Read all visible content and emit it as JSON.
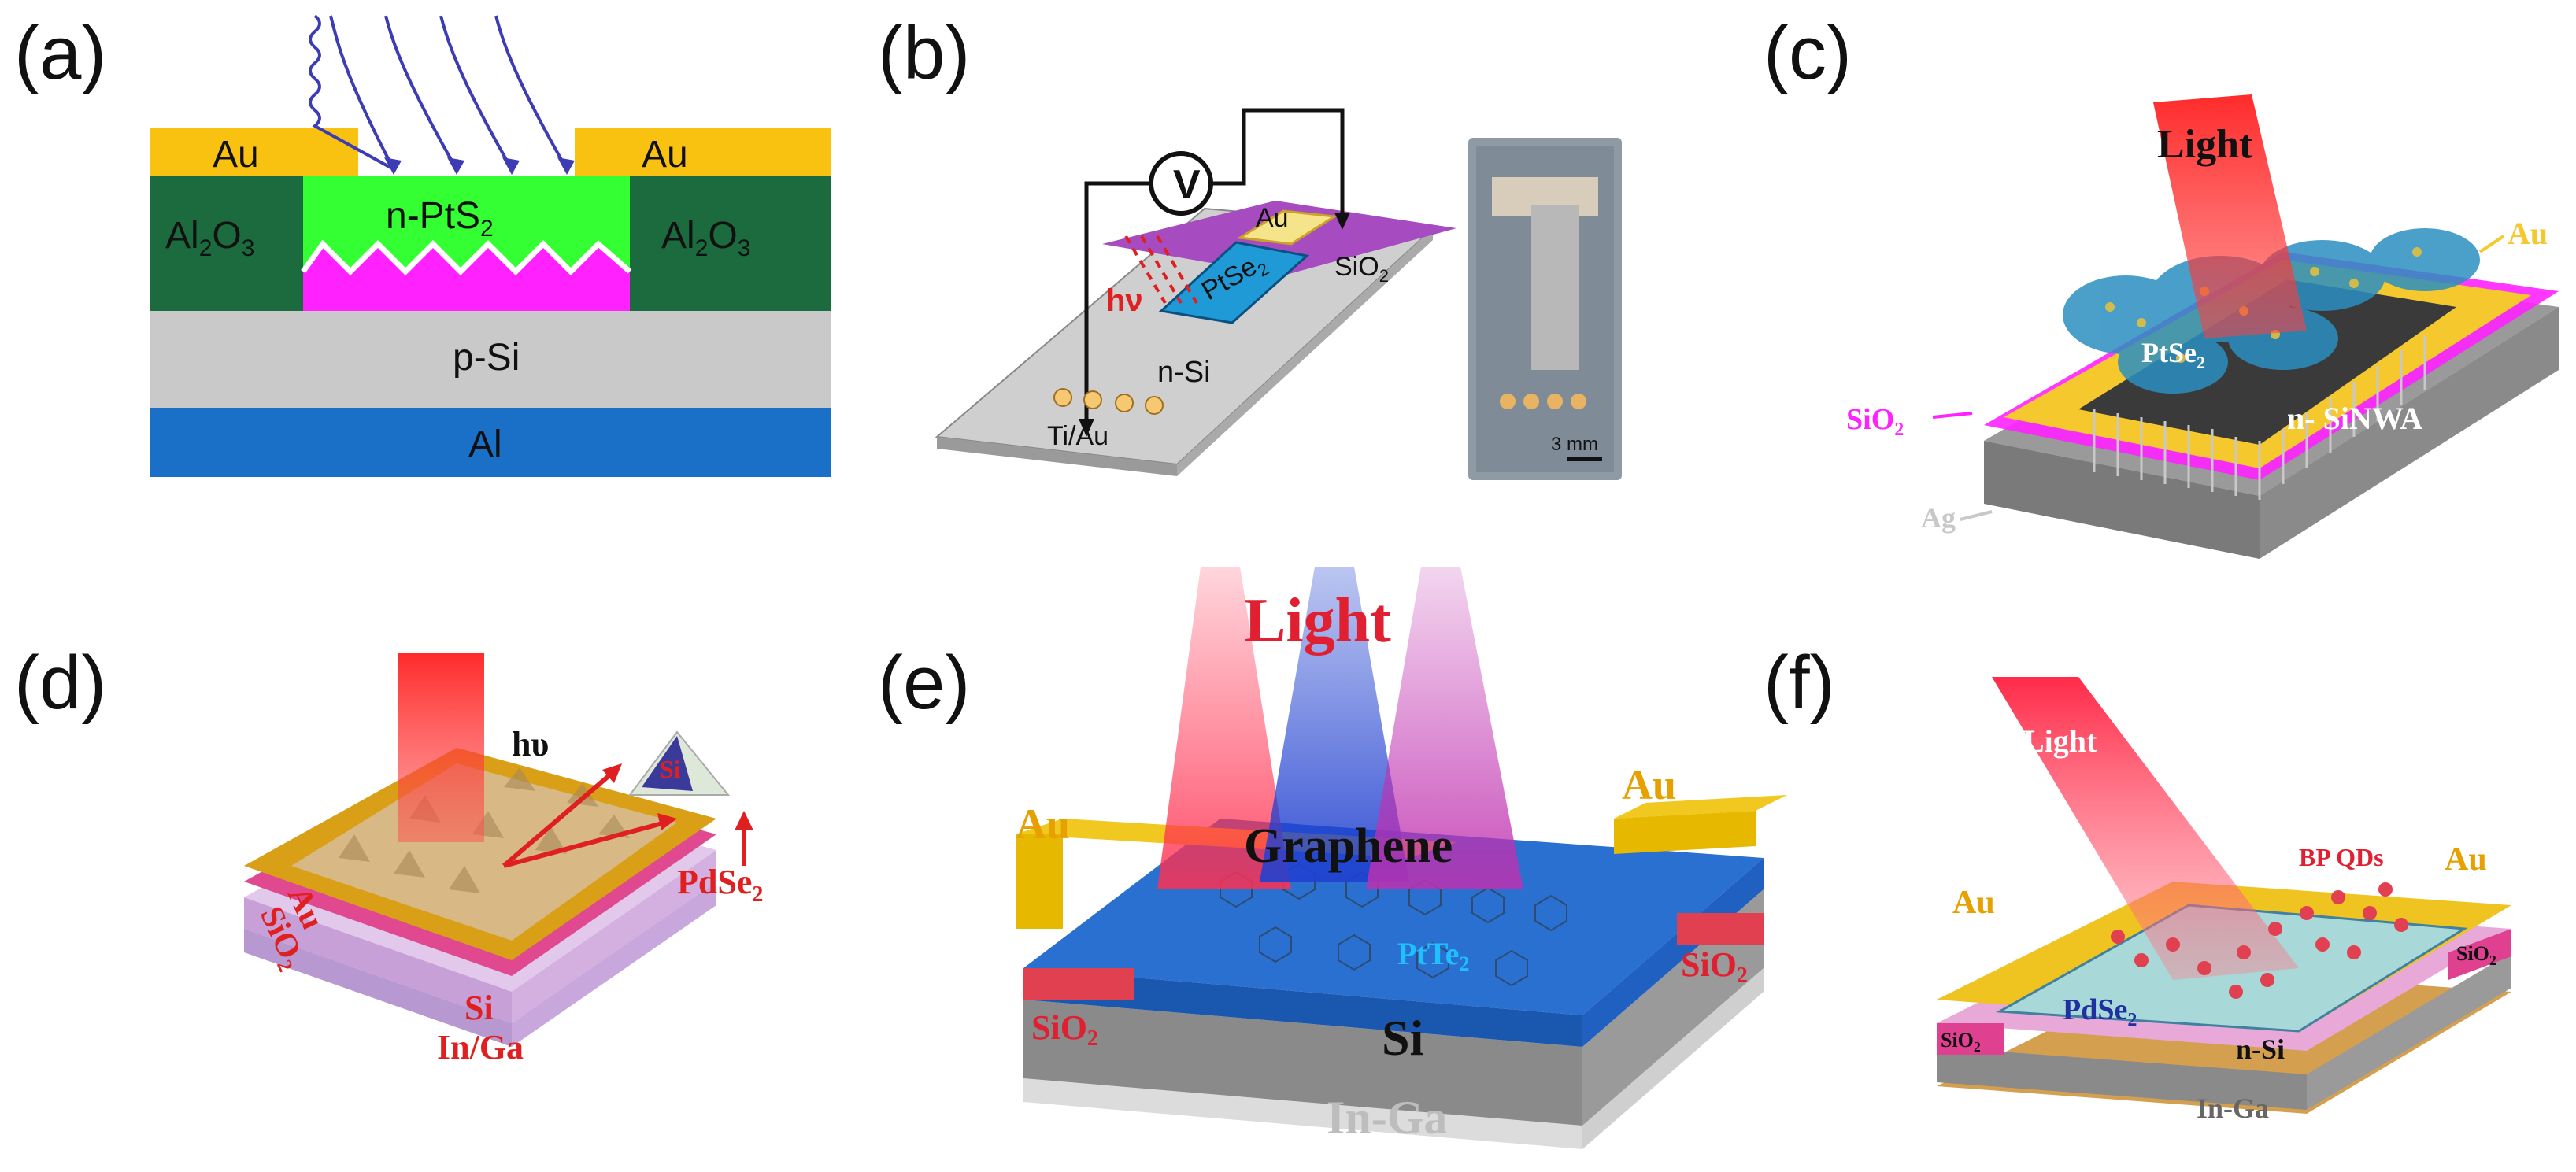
{
  "panels": {
    "a": {
      "label": "(a)",
      "layers": {
        "au_left": "Au",
        "au_right": "Au",
        "al2o3_left": "Al",
        "al2o3_left_sub1": "2",
        "al2o3_left_mid": "O",
        "al2o3_left_sub2": "3",
        "al2o3_right": "Al",
        "al2o3_right_sub1": "2",
        "al2o3_right_mid": "O",
        "al2o3_right_sub2": "3",
        "ptS2": "n-PtS",
        "ptS2_sub": "2",
        "psi": "p-Si",
        "al": "Al"
      },
      "colors": {
        "au": "#f9c211",
        "al2o3": "#1b6b3e",
        "ptS2": "#33ff33",
        "interface": "#ff22ff",
        "psi": "#c9c9c9",
        "al": "#1a6fc6",
        "photon": "#3c3cb4"
      }
    },
    "b": {
      "label": "(b)",
      "volt": "V",
      "au": "Au",
      "ptse2": "PtSe",
      "ptse2_sub": "2",
      "sio2": "SiO",
      "sio2_sub": "2",
      "hv": "hν",
      "nsi": "n-Si",
      "tiau": "Ti/Au",
      "scale": "3 mm"
    },
    "c": {
      "label": "(c)",
      "light": "Light",
      "au": "Au",
      "ptse2": "PtSe",
      "ptse2_sub": "2",
      "sinwa": "n- SiNWA",
      "sio2": "SiO",
      "sio2_sub": "2",
      "ag": "Ag"
    },
    "d": {
      "label": "(d)",
      "hv": "hυ",
      "si_pyr": "Si",
      "pdse2": "PdSe",
      "pdse2_sub": "2",
      "au": "Au",
      "sio2": "SiO",
      "sio2_sub": "2",
      "si": "Si",
      "inga": "In/Ga"
    },
    "e": {
      "label": "(e)",
      "light": "Light",
      "au_left": "Au",
      "au_right": "Au",
      "graphene": "Graphene",
      "ptte2": "PtTe",
      "ptte2_sub": "2",
      "sio2_left": "SiO",
      "sio2_left_sub": "2",
      "sio2_right": "SiO",
      "sio2_right_sub": "2",
      "si": "Si",
      "inga": "In-Ga"
    },
    "f": {
      "label": "(f)",
      "light": "Light",
      "bpqds": "BP QDs",
      "au_left": "Au",
      "au_right": "Au",
      "pdse2": "PdSe",
      "pdse2_sub": "2",
      "nsi": "n-Si",
      "sio2_left": "SiO",
      "sio2_left_sub": "2",
      "sio2_right": "SiO",
      "sio2_right_sub": "2",
      "inga": "In-Ga"
    }
  }
}
